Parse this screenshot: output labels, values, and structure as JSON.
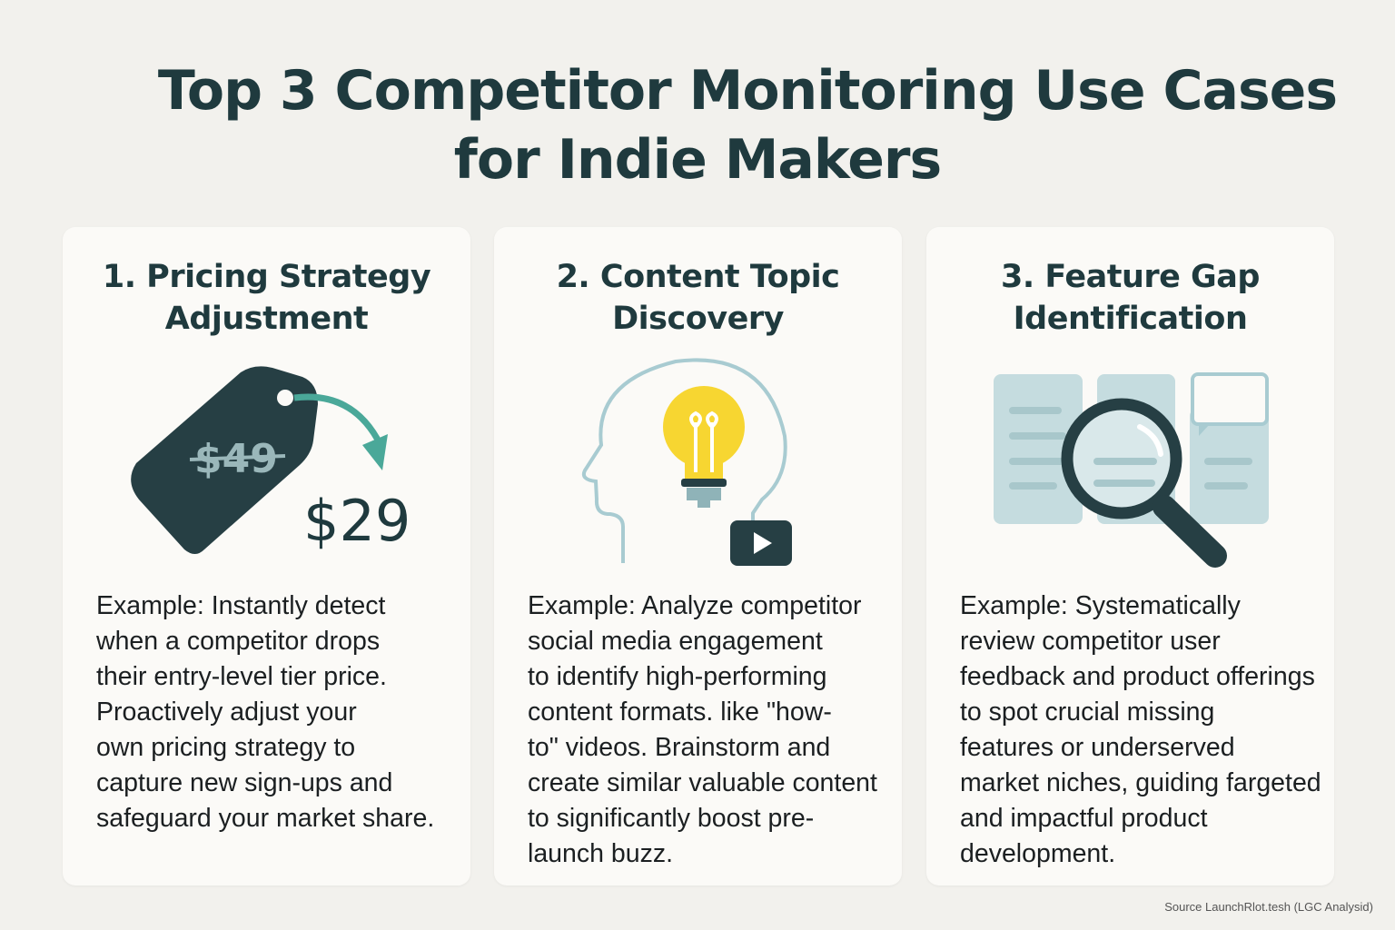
{
  "title": {
    "line1": "Top 3 Competitor Monitoring Use Cases",
    "line2": "for Indie Makers"
  },
  "colors": {
    "background": "#f2f1ed",
    "card": "#fbfaf7",
    "heading": "#1f3a3e",
    "accent_teal": "#4aa899",
    "bulb_yellow": "#f7d631",
    "light_blue": "#b8d3d8"
  },
  "cards": [
    {
      "title_lines": [
        "1. Pricing Strategy",
        "Adjustment"
      ],
      "icon": "price-tag-icon",
      "old_price": "$49",
      "new_price": "$29",
      "body_lines": [
        "Example: Instantly detect",
        "when a competitor drops",
        "their entry-level tier price.",
        "Proactively adjust your",
        "own pricing strategy to",
        "capture new sign-ups  and",
        "safeguard your market share."
      ]
    },
    {
      "title_lines": [
        "2. Content Topic",
        "Discovery"
      ],
      "icon": "head-lightbulb-icon",
      "body_lines": [
        "Example: Analyze competitor",
        "social media engagement",
        "to identify high-performing",
        "content formats. like \"how-",
        "to\" videos. Brainstorm and",
        "create similar valuable content",
        "to significantly boost pre-",
        "launch buzz."
      ]
    },
    {
      "title_lines": [
        "3. Feature Gap",
        "Identification"
      ],
      "icon": "magnifier-documents-icon",
      "body_lines": [
        "Example: Systematically",
        "review competitor user",
        "feedback and product offerings",
        "to spot crucial missing",
        "features or underserved",
        "market niches, guiding fargeted",
        "and impactful product",
        "development."
      ]
    }
  ],
  "source": "Source LaunchRlot.tesh (LGC Analysid)"
}
